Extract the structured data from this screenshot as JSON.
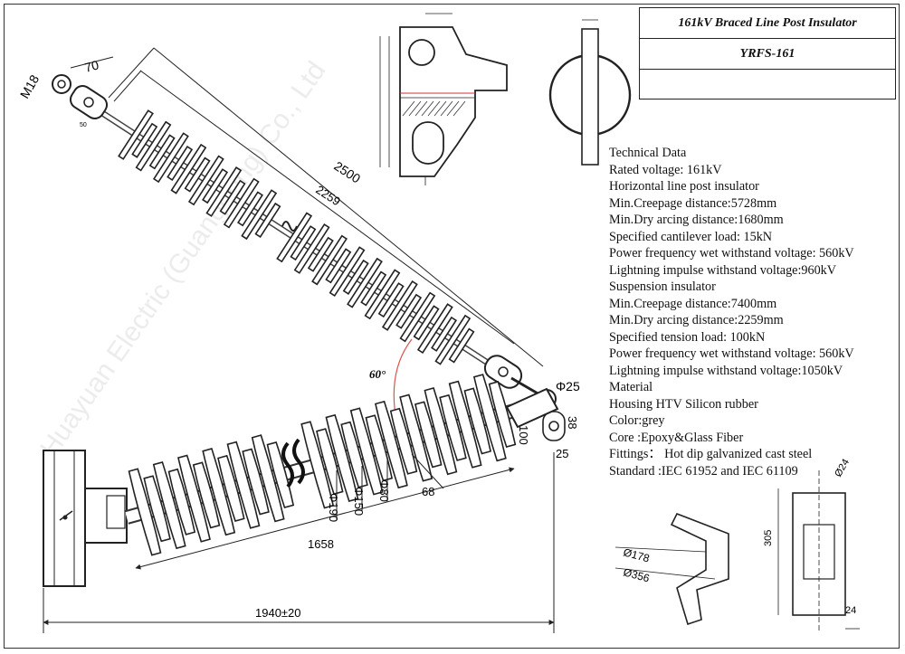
{
  "title": {
    "line1": "161kV Braced Line Post Insulator",
    "line2": "YRFS-161"
  },
  "specs": [
    "Technical Data",
    "Rated voltage: 161kV",
    "Horizontal line post insulator",
    "Min.Creepage distance:5728mm",
    "Min.Dry arcing distance:1680mm",
    "Specified cantilever load: 15kN",
    "Power frequency wet withstand voltage: 560kV",
    "Lightning impulse withstand voltage:960kV",
    "Suspension insulator",
    "Min.Creepage distance:7400mm",
    "Min.Dry arcing distance:2259mm",
    "Specified tension load: 100kN",
    "Power frequency wet withstand voltage: 560kV",
    " Lightning impulse withstand voltage:1050kV",
    "Material",
    "Housing HTV Silicon rubber",
    "Color:grey",
    "Core :Epoxy&Glass Fiber",
    "Fittings：  Hot dip galvanized cast steel",
    "Standard :IEC 61952 and  IEC 61109"
  ],
  "dimensions": {
    "m18": "M18",
    "d70": "70",
    "d50": "50",
    "d2500": "2500",
    "d2259": "2259",
    "angle": "60°",
    "phi25": "Φ25",
    "d100": "100",
    "d38": "38",
    "d25": "25",
    "phi190": "Φ190",
    "phi150": "Φ150",
    "phi80": "Φ80",
    "d68": "68",
    "d1658": "1658",
    "d1940": "1940±20",
    "phi178": "Ø178",
    "phi356": "Ø356",
    "phi24": "Ø24",
    "d305": "305",
    "d24": "24"
  },
  "watermark": "Huayuan Electric (Guangdong) Co., Ltd"
}
